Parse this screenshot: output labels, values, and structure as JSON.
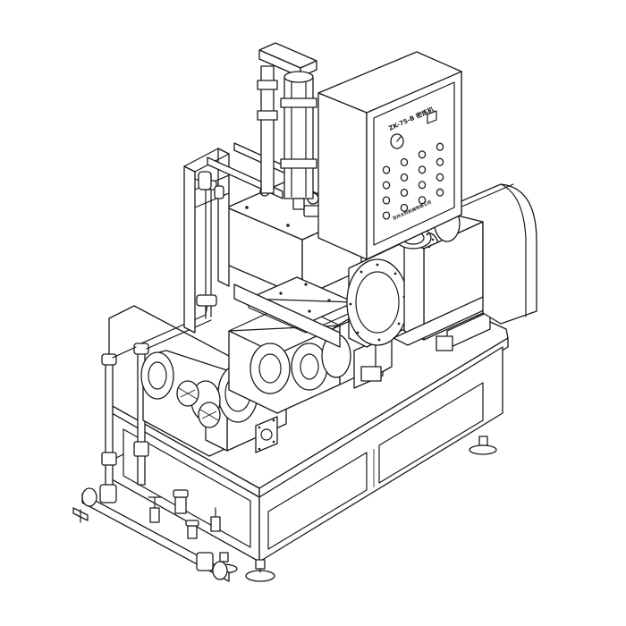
{
  "figure": {
    "subject": "kneader-mixer-machine-line-drawing"
  },
  "control_panel": {
    "title": "ZK-75-B  密炼机",
    "nameplate": "苏州众钧机械有限公司",
    "gauge_count": 1,
    "button_rows": 4,
    "button_columns": 4
  },
  "colors": {
    "line": "#1a1a1a",
    "background": "#ffffff"
  }
}
